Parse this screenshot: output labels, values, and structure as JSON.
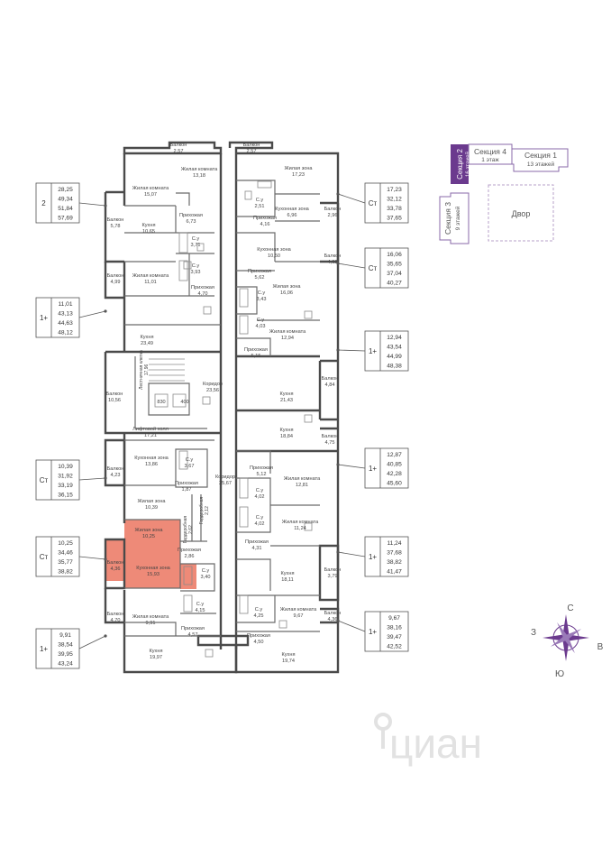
{
  "colors": {
    "highlight": "#ee8a78",
    "accent": "#6b3a8e",
    "wall": "#4a4a4a",
    "watermark": "#e2e2e2"
  },
  "key_plan": {
    "sections": [
      {
        "name": "Секция 2",
        "floors": "16 этажей"
      },
      {
        "name": "Секция 4",
        "floors": "1 этаж"
      },
      {
        "name": "Секция 1",
        "floors": "13 этажей"
      },
      {
        "name": "Секция 3",
        "floors": "9 этажей"
      }
    ],
    "yard": "Двор"
  },
  "compass": {
    "north": "С",
    "south": "Ю",
    "west": "З",
    "east": "В"
  },
  "watermark": "циан",
  "apartments": [
    {
      "type": "2",
      "values": [
        "28,25",
        "49,34",
        "51,84",
        "57,69"
      ]
    },
    {
      "type": "1+",
      "values": [
        "11,01",
        "43,13",
        "44,63",
        "48,12"
      ]
    },
    {
      "type": "Ст",
      "values": [
        "10,39",
        "31,92",
        "33,19",
        "36,15"
      ]
    },
    {
      "type": "Ст",
      "values": [
        "10,25",
        "34,46",
        "35,77",
        "38,82"
      ]
    },
    {
      "type": "1+",
      "values": [
        "9,91",
        "38,54",
        "39,95",
        "43,24"
      ]
    },
    {
      "type": "Ст",
      "values": [
        "17,23",
        "32,12",
        "33,78",
        "37,65"
      ]
    },
    {
      "type": "Ст",
      "values": [
        "16,06",
        "35,65",
        "37,04",
        "40,27"
      ]
    },
    {
      "type": "1+",
      "values": [
        "12,94",
        "43,54",
        "44,99",
        "48,38"
      ]
    },
    {
      "type": "1+",
      "values": [
        "12,87",
        "40,85",
        "42,28",
        "45,60"
      ]
    },
    {
      "type": "1+",
      "values": [
        "11,24",
        "37,68",
        "38,82",
        "41,47"
      ]
    },
    {
      "type": "1+",
      "values": [
        "9,67",
        "38,16",
        "39,47",
        "42,52"
      ]
    }
  ],
  "rooms": [
    {
      "name": "Балкон",
      "area": "2,57"
    },
    {
      "name": "Балкон",
      "area": "2,57"
    },
    {
      "name": "Жилая комната",
      "area": "15,07"
    },
    {
      "name": "Жилая комната",
      "area": "13,18"
    },
    {
      "name": "Жилая зона",
      "area": "17,23"
    },
    {
      "name": "Балкон",
      "area": "5,78"
    },
    {
      "name": "Кухня",
      "area": "10,65"
    },
    {
      "name": "Прихожая",
      "area": "6,73"
    },
    {
      "name": "С.у",
      "area": "3,71"
    },
    {
      "name": "С.у",
      "area": "2,51"
    },
    {
      "name": "Прихожая",
      "area": "4,16"
    },
    {
      "name": "Кухонная зона",
      "area": "6,96"
    },
    {
      "name": "Балкон",
      "area": "2,96"
    },
    {
      "name": "Балкон",
      "area": "4,99"
    },
    {
      "name": "Жилая комната",
      "area": "11,01"
    },
    {
      "name": "С.у",
      "area": "3,93"
    },
    {
      "name": "Прихожая",
      "area": "4,70"
    },
    {
      "name": "Кухонная зона",
      "area": "10,50"
    },
    {
      "name": "Прихожая",
      "area": "5,62"
    },
    {
      "name": "С.у",
      "area": "3,43"
    },
    {
      "name": "Жилая зона",
      "area": "16,06"
    },
    {
      "name": "Балкон",
      "area": "4,62"
    },
    {
      "name": "Кухня",
      "area": "23,49"
    },
    {
      "name": "С.у",
      "area": "4,03"
    },
    {
      "name": "Прихожая",
      "area": "5,15"
    },
    {
      "name": "Жилая комната",
      "area": "12,94"
    },
    {
      "name": "Коридор",
      "area": "23,56"
    },
    {
      "name": "Кухня",
      "area": "21,43"
    },
    {
      "name": "Балкон",
      "area": "4,84"
    },
    {
      "name": "Балкон",
      "area": "10,56"
    },
    {
      "name": "Кухня",
      "area": "18,84"
    },
    {
      "name": "Балкон",
      "area": "4,75"
    },
    {
      "name": "Лифтовой холл",
      "area": "17,21"
    },
    {
      "name": "Кухонная зона",
      "area": "13,86"
    },
    {
      "name": "С.у",
      "area": "3,67"
    },
    {
      "name": "Прихожая",
      "area": "1,87"
    },
    {
      "name": "Коридор",
      "area": "25,67"
    },
    {
      "name": "Прихожая",
      "area": "5,12"
    },
    {
      "name": "Жилая комната",
      "area": "12,81"
    },
    {
      "name": "Балкон",
      "area": "4,23"
    },
    {
      "name": "С.у",
      "area": "4,02"
    },
    {
      "name": "Жилая зона",
      "area": "10,39"
    },
    {
      "name": "С.у",
      "area": "4,02"
    },
    {
      "name": "Жилая комната",
      "area": "11,24"
    },
    {
      "name": "Жилая зона",
      "area": "10,25"
    },
    {
      "name": "Прихожая",
      "area": "4,31"
    },
    {
      "name": "Прихожая",
      "area": "2,86"
    },
    {
      "name": "Балкон",
      "area": "4,36"
    },
    {
      "name": "Кухонная зона",
      "area": "15,93"
    },
    {
      "name": "С.у",
      "area": "3,40"
    },
    {
      "name": "Кухня",
      "area": "18,11"
    },
    {
      "name": "Балкон",
      "area": "3,79"
    },
    {
      "name": "С.у",
      "area": "4,15"
    },
    {
      "name": "С.у",
      "area": "4,25"
    },
    {
      "name": "Балкон",
      "area": "4,70"
    },
    {
      "name": "Жилая комната",
      "area": "9,91"
    },
    {
      "name": "Жилая комната",
      "area": "9,67"
    },
    {
      "name": "Балкон",
      "area": "4,36"
    },
    {
      "name": "Прихожая",
      "area": "4,57"
    },
    {
      "name": "Прихожая",
      "area": "4,50"
    },
    {
      "name": "Кухня",
      "area": "19,97"
    },
    {
      "name": "Кухня",
      "area": "19,74"
    }
  ],
  "vertical_rooms": [
    {
      "name": "Лестничная клетка",
      "area": "17,96"
    },
    {
      "name": "Гардеробная",
      "area": "2,62"
    },
    {
      "name": "Гардеробная",
      "area": "2,12"
    }
  ],
  "lifts": [
    "830",
    "400"
  ]
}
